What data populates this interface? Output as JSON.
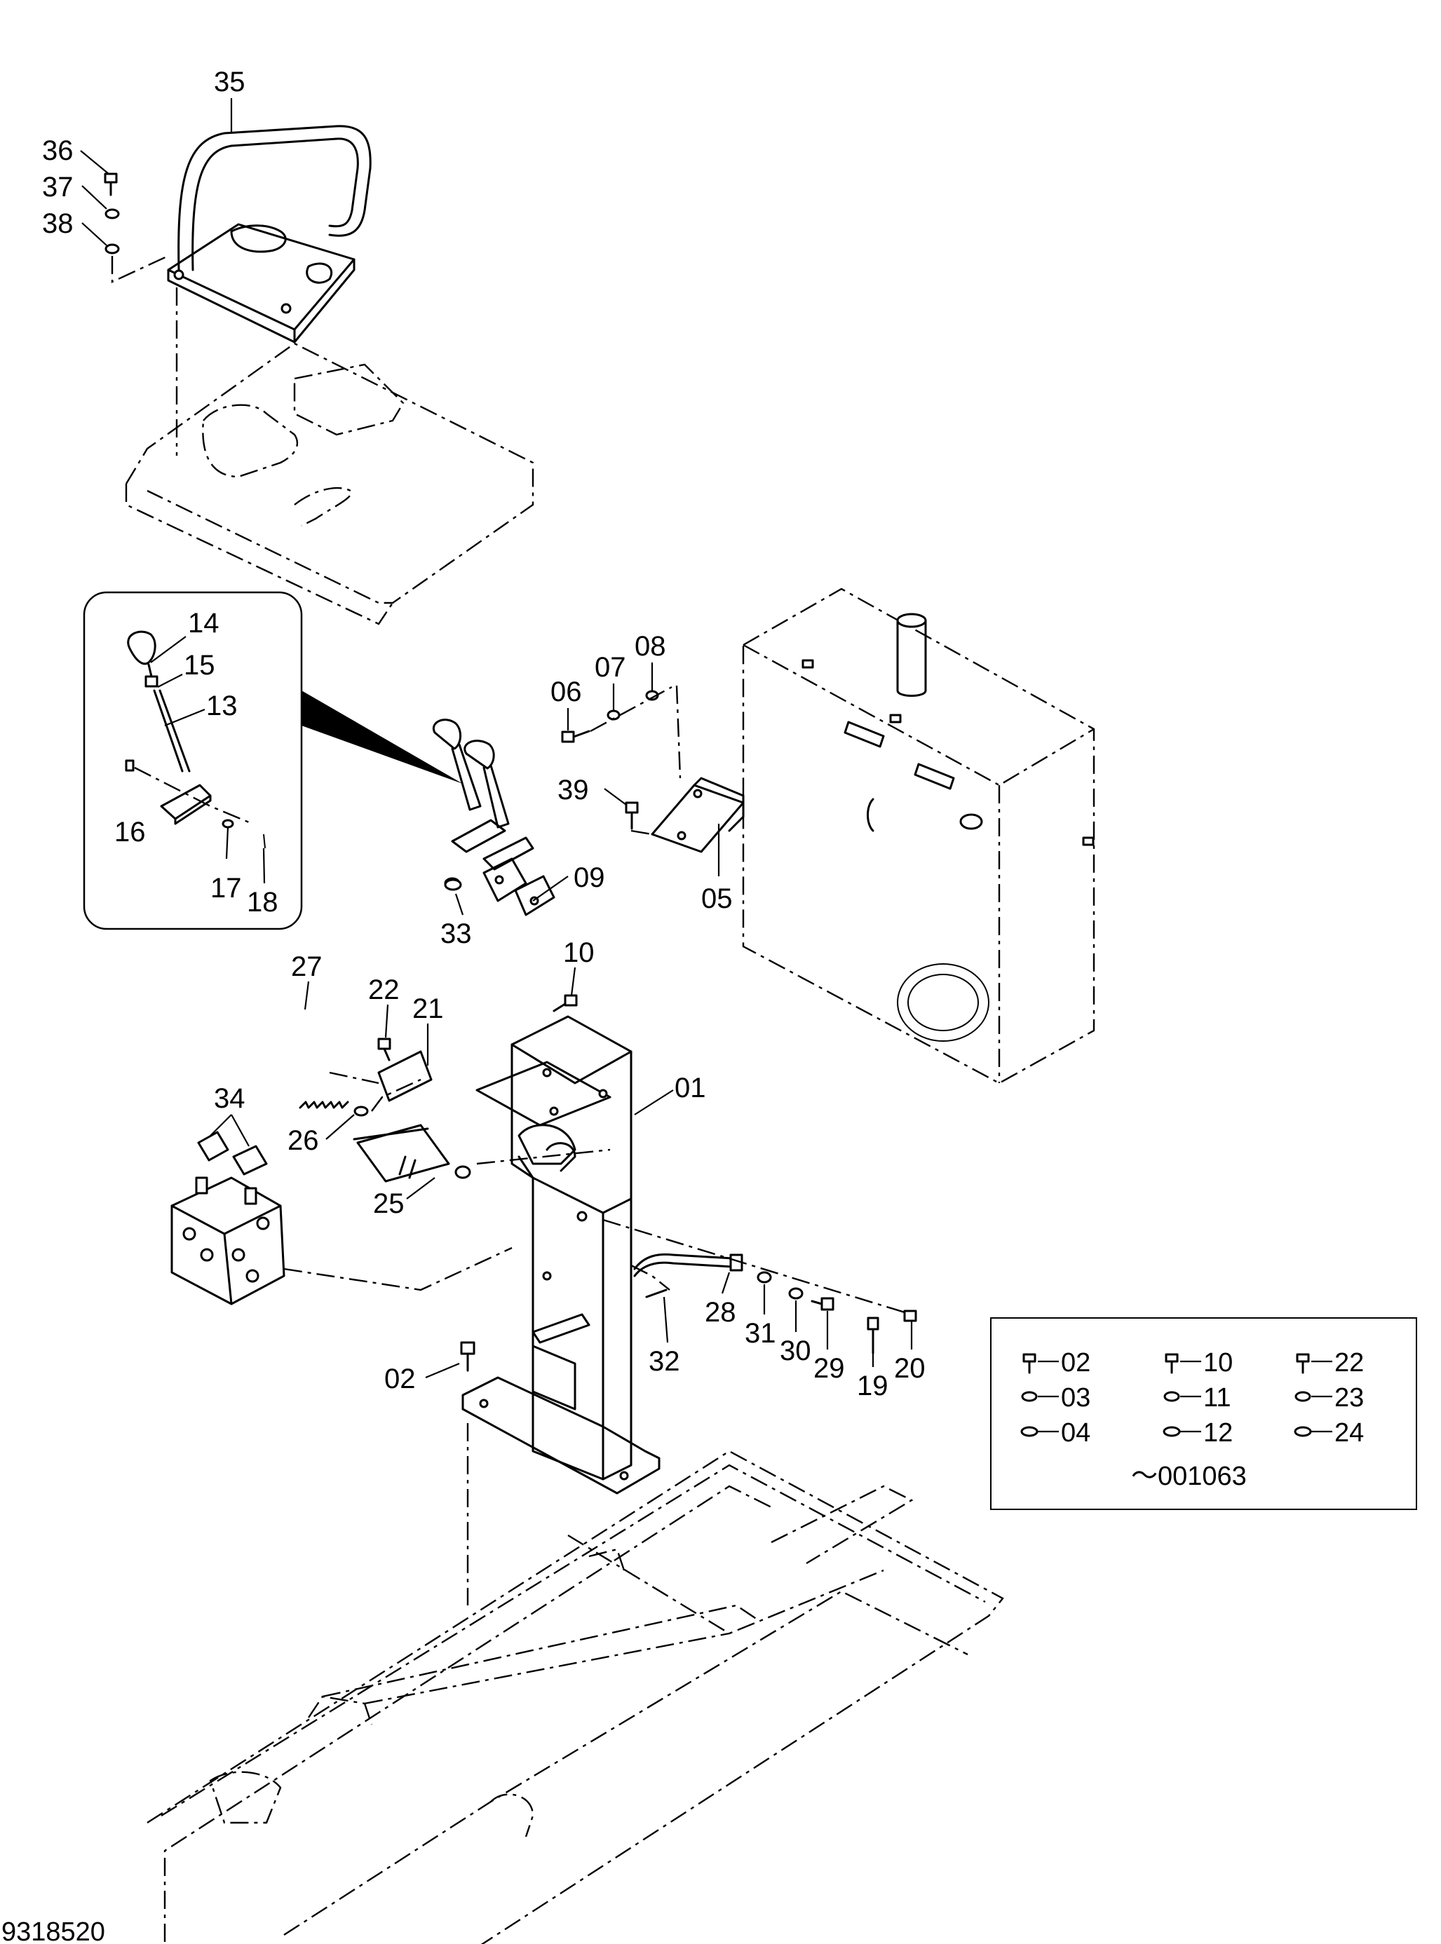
{
  "drawing_number": "9318520",
  "callouts": [
    {
      "id": "35"
    },
    {
      "id": "36"
    },
    {
      "id": "37"
    },
    {
      "id": "38"
    },
    {
      "id": "14"
    },
    {
      "id": "15"
    },
    {
      "id": "13"
    },
    {
      "id": "16"
    },
    {
      "id": "17"
    },
    {
      "id": "18"
    },
    {
      "id": "06"
    },
    {
      "id": "07"
    },
    {
      "id": "08"
    },
    {
      "id": "39"
    },
    {
      "id": "05"
    },
    {
      "id": "09"
    },
    {
      "id": "33"
    },
    {
      "id": "22"
    },
    {
      "id": "21"
    },
    {
      "id": "27"
    },
    {
      "id": "10"
    },
    {
      "id": "01"
    },
    {
      "id": "34"
    },
    {
      "id": "26"
    },
    {
      "id": "25"
    },
    {
      "id": "28"
    },
    {
      "id": "31"
    },
    {
      "id": "30"
    },
    {
      "id": "29"
    },
    {
      "id": "32"
    },
    {
      "id": "19"
    },
    {
      "id": "20"
    },
    {
      "id": "02"
    }
  ],
  "legend": {
    "rows": [
      [
        "02",
        "10",
        "22"
      ],
      [
        "03",
        "11",
        "23"
      ],
      [
        "04",
        "12",
        "24"
      ]
    ],
    "serial_note": "～001063"
  }
}
